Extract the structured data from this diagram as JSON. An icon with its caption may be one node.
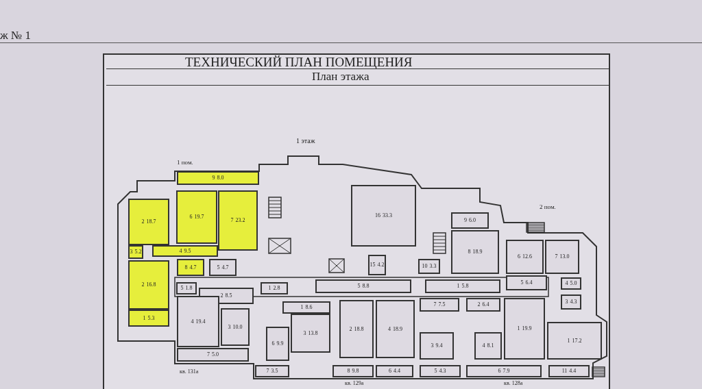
{
  "diagram": {
    "title": "ТЕХНИЧЕСКИЙ ПЛАН ПОМЕЩЕНИЯ",
    "nodes": [
      {
        "text": [
          "9",
          "8.0"
        ]
      },
      {
        "text": [
          "2",
          "18.7"
        ]
      },
      {
        "text": [
          "6",
          "19.7"
        ]
      },
      {
        "text": [
          "7",
          "23.2"
        ]
      },
      {
        "text": [
          "3",
          "5.2"
        ]
      },
      {
        "text": [
          "4",
          "9.5"
        ]
      },
      {
        "text": [
          "8",
          "4.7"
        ]
      },
      {
        "text": [
          "5",
          "4.7"
        ]
      },
      {
        "text": [
          "2",
          "16.8"
        ]
      },
      {
        "text": [
          "1",
          "5.3"
        ]
      },
      {
        "text": [
          "5",
          "1.8"
        ]
      },
      {
        "text": [
          "2",
          "8.5"
        ]
      },
      {
        "text": [
          "1",
          "2.8"
        ]
      },
      {
        "text": [
          "4",
          "19.4"
        ]
      },
      {
        "text": [
          "3",
          "10.0"
        ]
      },
      {
        "text": [
          "7",
          "5.0"
        ]
      },
      {
        "text": [
          "6",
          "9.9"
        ]
      },
      {
        "text": [
          "1",
          "8.6"
        ]
      },
      {
        "text": [
          "3",
          "13.8"
        ]
      },
      {
        "text": [
          "7",
          "3.5"
        ]
      },
      {
        "text": [
          "16",
          "33.3"
        ]
      },
      {
        "text": [
          "15",
          "4.2"
        ]
      },
      {
        "text": [
          "10",
          "3.3"
        ]
      },
      {
        "text": [
          "9",
          "6.0"
        ]
      },
      {
        "text": [
          "8",
          "18.9"
        ]
      },
      {
        "text": [
          "6",
          "12.6"
        ]
      },
      {
        "text": [
          "7",
          "13.0"
        ]
      },
      {
        "text": [
          "5",
          "8.8"
        ]
      },
      {
        "text": [
          "1",
          "5.8"
        ]
      },
      {
        "text": [
          "5",
          "6.4"
        ]
      },
      {
        "text": [
          "4",
          "5.0"
        ]
      },
      {
        "text": [
          "3",
          "4.3"
        ]
      },
      {
        "text": [
          "2",
          "18.8"
        ]
      },
      {
        "text": [
          "4",
          "18.9"
        ]
      },
      {
        "text": [
          "7",
          "7.5"
        ]
      },
      {
        "text": [
          "3",
          "9.4"
        ]
      },
      {
        "text": [
          "2",
          "6.4"
        ]
      },
      {
        "text": [
          "4",
          "8.1"
        ]
      },
      {
        "text": [
          "1",
          "19.9"
        ]
      },
      {
        "text": [
          "1",
          "17.2"
        ]
      },
      {
        "text": [
          "8",
          "9.8"
        ]
      },
      {
        "text": [
          "6",
          "4.4"
        ]
      },
      {
        "text": [
          "5",
          "4.3"
        ]
      },
      {
        "text": [
          "6",
          "7.9"
        ]
      },
      {
        "text": [
          "11",
          "4.4"
        ]
      }
    ],
    "labels": [
      "ж № 1",
      "План этажа",
      "1 этаж",
      "1 пом.",
      "2 пом.",
      "кв. 131а",
      "кв. 129а",
      "кв. 128а"
    ]
  }
}
